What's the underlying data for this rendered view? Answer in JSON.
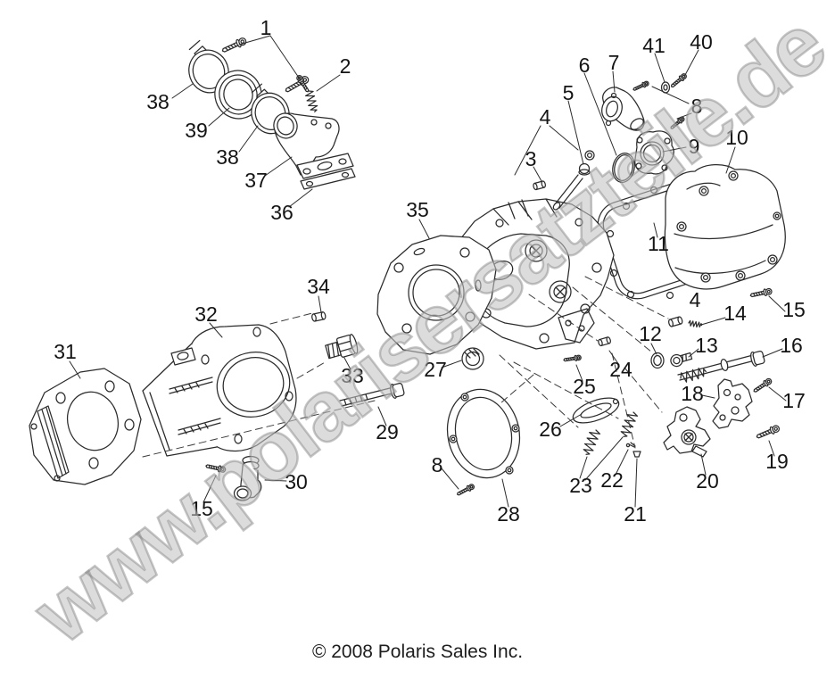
{
  "diagram": {
    "watermark": "www.polarisersatzteile.de",
    "copyright": "© 2008 Polaris Sales Inc.",
    "colors": {
      "background": "#ffffff",
      "line": "#2b2b2b",
      "watermark": "#c3c3c3",
      "label": "#141414"
    },
    "callouts": [
      {
        "label": "1"
      },
      {
        "label": "2"
      },
      {
        "label": "3"
      },
      {
        "label": "4"
      },
      {
        "label": "4"
      },
      {
        "label": "5"
      },
      {
        "label": "6"
      },
      {
        "label": "7"
      },
      {
        "label": "8"
      },
      {
        "label": "8"
      },
      {
        "label": "9"
      },
      {
        "label": "10"
      },
      {
        "label": "11"
      },
      {
        "label": "12"
      },
      {
        "label": "13"
      },
      {
        "label": "14"
      },
      {
        "label": "15"
      },
      {
        "label": "15"
      },
      {
        "label": "16"
      },
      {
        "label": "17"
      },
      {
        "label": "18"
      },
      {
        "label": "19"
      },
      {
        "label": "20"
      },
      {
        "label": "21"
      },
      {
        "label": "22"
      },
      {
        "label": "23"
      },
      {
        "label": "24"
      },
      {
        "label": "25"
      },
      {
        "label": "26"
      },
      {
        "label": "27"
      },
      {
        "label": "28"
      },
      {
        "label": "29"
      },
      {
        "label": "30"
      },
      {
        "label": "31"
      },
      {
        "label": "32"
      },
      {
        "label": "33"
      },
      {
        "label": "34"
      },
      {
        "label": "35"
      },
      {
        "label": "36"
      },
      {
        "label": "37"
      },
      {
        "label": "38"
      },
      {
        "label": "38"
      },
      {
        "label": "39"
      },
      {
        "label": "40"
      },
      {
        "label": "41"
      }
    ]
  }
}
